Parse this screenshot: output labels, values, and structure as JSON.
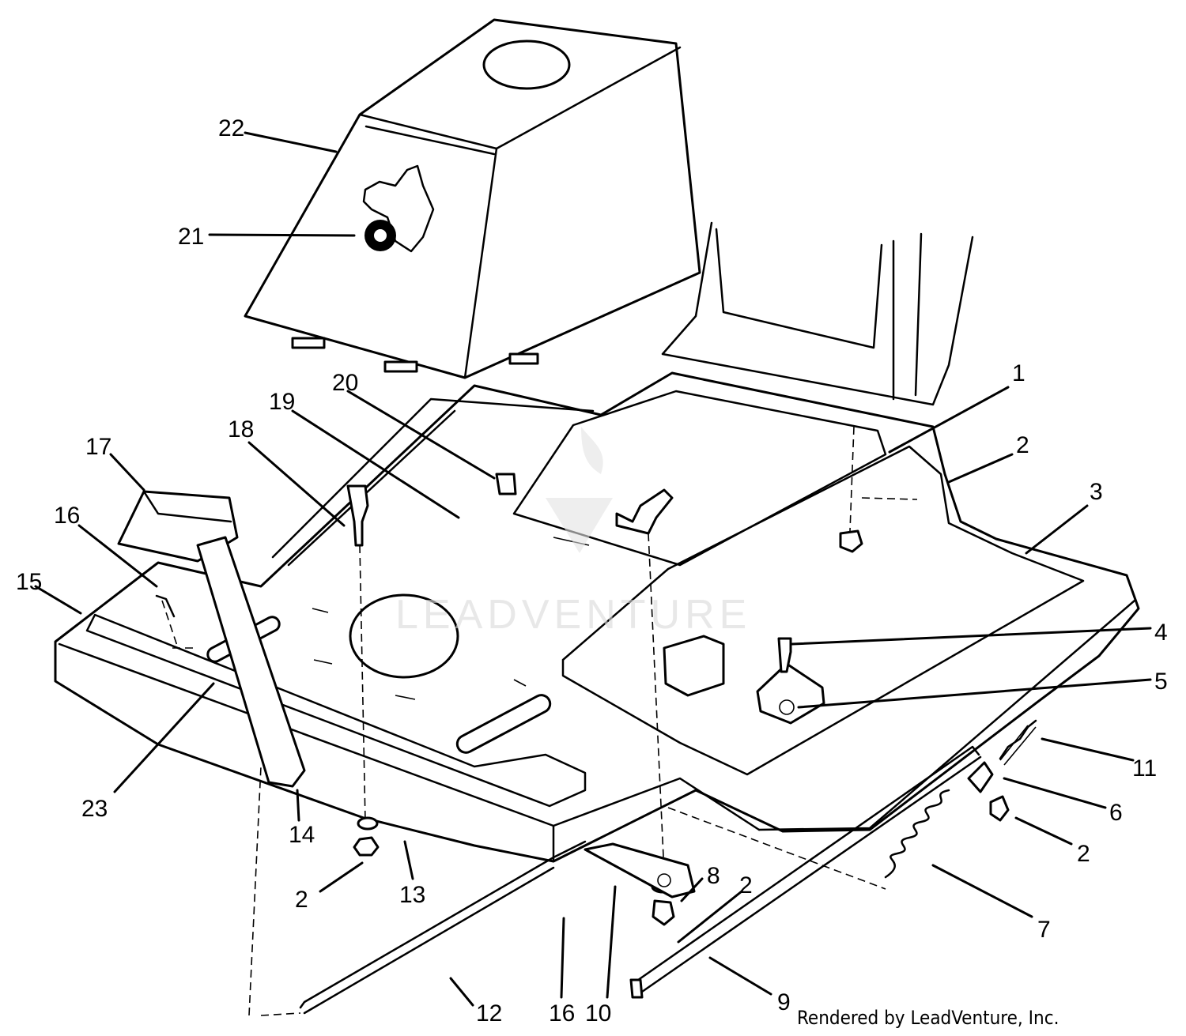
{
  "diagram": {
    "callouts": [
      {
        "id": "c1",
        "label": "1"
      },
      {
        "id": "c2a",
        "label": "2"
      },
      {
        "id": "c3",
        "label": "3"
      },
      {
        "id": "c4",
        "label": "4"
      },
      {
        "id": "c5",
        "label": "5"
      },
      {
        "id": "c11",
        "label": "11"
      },
      {
        "id": "c6",
        "label": "6"
      },
      {
        "id": "c2b",
        "label": "2"
      },
      {
        "id": "c7",
        "label": "7"
      },
      {
        "id": "c8",
        "label": "8"
      },
      {
        "id": "c2c",
        "label": "2"
      },
      {
        "id": "c9",
        "label": "9"
      },
      {
        "id": "c10",
        "label": "10"
      },
      {
        "id": "c16b",
        "label": "16"
      },
      {
        "id": "c12",
        "label": "12"
      },
      {
        "id": "c13",
        "label": "13"
      },
      {
        "id": "c2d",
        "label": "2"
      },
      {
        "id": "c14",
        "label": "14"
      },
      {
        "id": "c23",
        "label": "23"
      },
      {
        "id": "c15",
        "label": "15"
      },
      {
        "id": "c16a",
        "label": "16"
      },
      {
        "id": "c17",
        "label": "17"
      },
      {
        "id": "c18",
        "label": "18"
      },
      {
        "id": "c19",
        "label": "19"
      },
      {
        "id": "c20",
        "label": "20"
      },
      {
        "id": "c21",
        "label": "21"
      },
      {
        "id": "c22",
        "label": "22"
      }
    ],
    "watermark": "LEADVENTURE",
    "credit": "Rendered by LeadVenture, Inc."
  }
}
